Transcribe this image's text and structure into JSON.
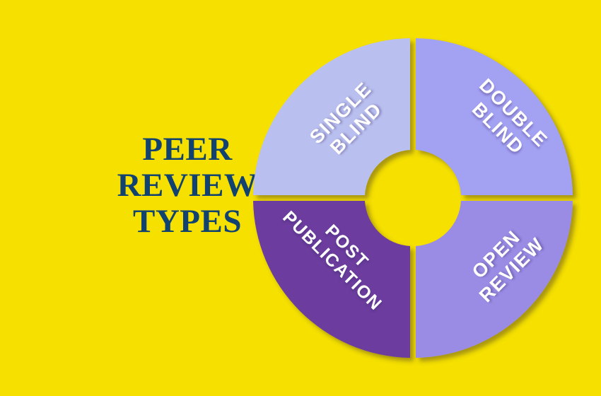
{
  "background_color": "#f5e000",
  "title": {
    "lines": [
      "PEER",
      "REVIEW",
      "TYPES"
    ],
    "color": "#114270"
  },
  "chart_data": {
    "type": "pie",
    "title": "PEER REVIEW TYPES",
    "variant": "donut-quadrants",
    "categories": [
      "SINGLE BLIND",
      "DOUBLE BLIND",
      "OPEN REVIEW",
      "POST PUBLICATION"
    ],
    "values": [
      25,
      25,
      25,
      25
    ],
    "units": "percent",
    "colors": [
      "#b9c0ef",
      "#a3a1f2",
      "#9a8ce4",
      "#6c3d9e"
    ],
    "label_color": "#ffffff",
    "legend": "none",
    "grid": false,
    "notes": "Four equal quadrant segments of a donut, separated by gaps, each carrying a drop shadow."
  },
  "segments": [
    {
      "id": "single-blind",
      "line1": "SINGLE",
      "line2": "BLIND",
      "color": "#b9c0ef",
      "quadrant": "top-left",
      "rotation_deg": -45,
      "share": 25
    },
    {
      "id": "double-blind",
      "line1": "DOUBLE",
      "line2": "BLIND",
      "color": "#a3a1f2",
      "quadrant": "top-right",
      "rotation_deg": 45,
      "share": 25
    },
    {
      "id": "post-publication",
      "line1": "POST",
      "line2": "PUBLICATION",
      "color": "#6c3d9e",
      "quadrant": "bottom-left",
      "rotation_deg": 45,
      "share": 25
    },
    {
      "id": "open-review",
      "line1": "OPEN",
      "line2": "REVIEW",
      "color": "#9a8ce4",
      "quadrant": "bottom-right",
      "rotation_deg": -45,
      "share": 25
    }
  ]
}
